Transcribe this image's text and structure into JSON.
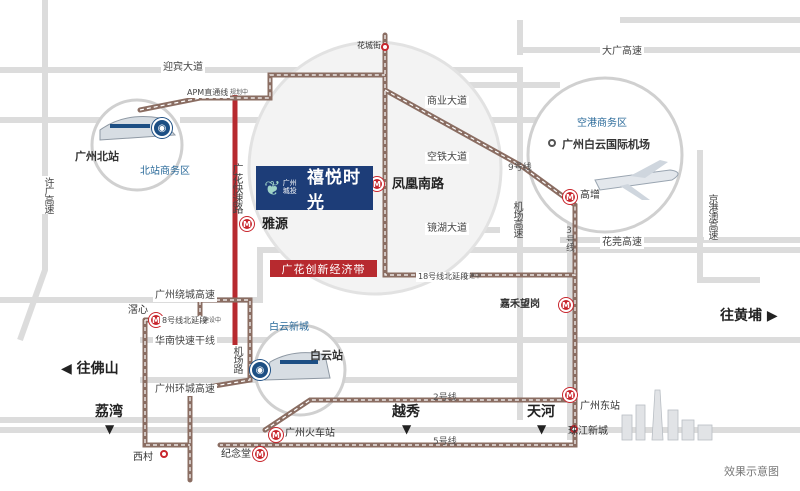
{
  "roads": {
    "yingbin": "迎宾大道",
    "apm": "APM直通线",
    "apm_note": "规划中",
    "shangye": "商业大道",
    "konggang": "空铁大道",
    "jinghu": "镜湖大道",
    "huahua": "广花快速路",
    "airport_rd": "机场路",
    "jichang_gaosu": "机场高速",
    "dagang": "大广高速",
    "huaguan": "花莞高速",
    "jinggang": "京港澳高速",
    "xuguang": "许广高速",
    "raocheng": "广州绕城高速",
    "huanan": "华南快速干线",
    "huancheng": "广州环城高速",
    "line18": "18号线北延段",
    "line18_note": "在建中",
    "line8": "8号线北延段",
    "line8_note": "建设中",
    "line9": "9号线",
    "line3": "3号线",
    "line2": "2号线",
    "line5": "5号线"
  },
  "stations": {
    "huacheng": "花城街",
    "fenghuang": "凤凰南路",
    "yayuan": "雅源",
    "gaozeng": "高增",
    "jiahe": "嘉禾望岗",
    "baiyun": "白云站",
    "north": "广州北站",
    "xiaojiao": "滘心",
    "xicun": "西村",
    "jinian": "纪念堂",
    "huoche": "广州火车站",
    "east": "广州东站",
    "zhujiang": "珠江新城"
  },
  "areas": {
    "north_biz": "北站商务区",
    "airport_biz": "空港商务区",
    "airport": "广州白云国际机场",
    "baiyun_new": "白云新城",
    "belt": "广花创新经济带",
    "yuexiu": "越秀",
    "tianhe": "天河",
    "liwan": "荔湾"
  },
  "directions": {
    "foshan": "往佛山",
    "huangpu": "往黄埔"
  },
  "project": {
    "brand": "广州城投",
    "name": "禧悦时光"
  },
  "footer": "效果示意图",
  "colors": {
    "metro": "#c8262d",
    "metro_track": "#8a6d62",
    "road": "#d8d8d8",
    "highlight": "#b72a2f",
    "rail_badge": "#1d4f84"
  }
}
